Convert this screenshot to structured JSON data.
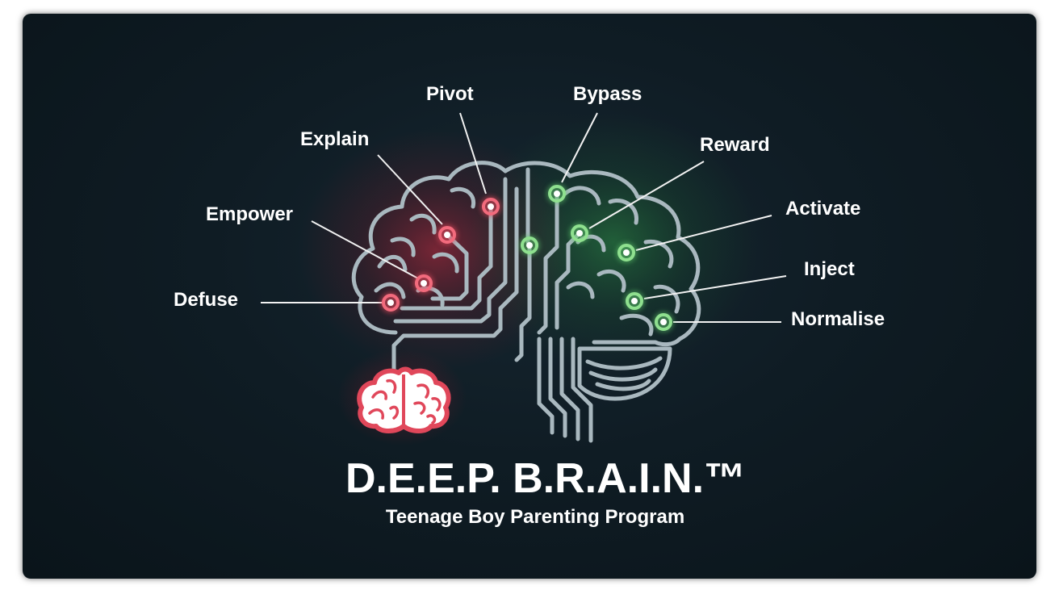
{
  "title": "D.E.E.P. B.R.A.I.N.™",
  "subtitle": "Teenage Boy Parenting Program",
  "colors": {
    "background": "#0f1c24",
    "brain_outline": "#a9b8bf",
    "red_node": "#e0475a",
    "green_node": "#5fc56a",
    "red_glow": "#c8283d",
    "green_glow": "#2f9a45",
    "text": "#ffffff"
  },
  "left_labels": [
    {
      "text": "Pivot"
    },
    {
      "text": "Explain"
    },
    {
      "text": "Empower"
    },
    {
      "text": "Defuse"
    }
  ],
  "right_labels": [
    {
      "text": "Bypass"
    },
    {
      "text": "Reward"
    },
    {
      "text": "Activate"
    },
    {
      "text": "Inject"
    },
    {
      "text": "Normalise"
    }
  ],
  "icons": [
    "brain-circuit-icon",
    "small-brain-icon"
  ]
}
